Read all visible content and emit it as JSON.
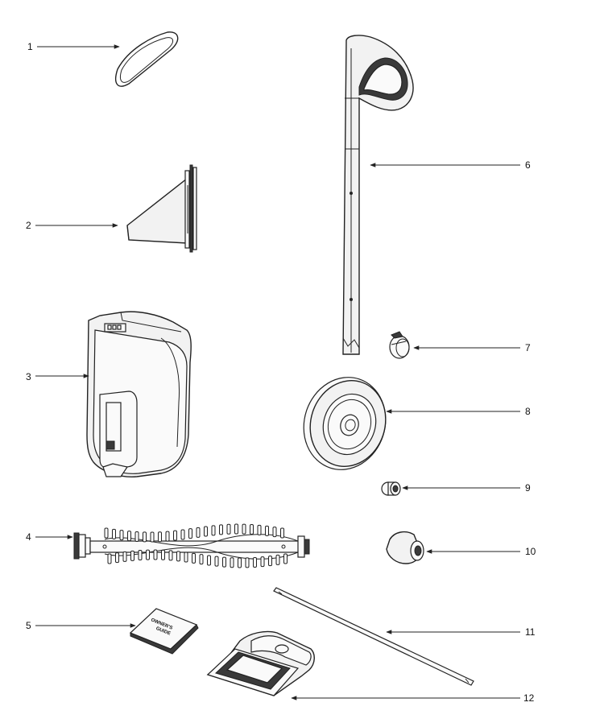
{
  "callouts": [
    {
      "id": "part-1",
      "label": "1"
    },
    {
      "id": "part-2",
      "label": "2"
    },
    {
      "id": "part-3",
      "label": "3"
    },
    {
      "id": "part-4",
      "label": "4"
    },
    {
      "id": "part-5",
      "label": "5"
    },
    {
      "id": "part-6",
      "label": "6"
    },
    {
      "id": "part-7",
      "label": "7"
    },
    {
      "id": "part-8",
      "label": "8"
    },
    {
      "id": "part-9",
      "label": "9"
    },
    {
      "id": "part-10",
      "label": "10"
    },
    {
      "id": "part-11",
      "label": "11"
    },
    {
      "id": "part-12",
      "label": "12"
    }
  ],
  "owners_guide": {
    "line1": "OWNER'S",
    "line2": "GUIDE"
  },
  "colors": {
    "line": "#222222",
    "background": "#ffffff"
  }
}
